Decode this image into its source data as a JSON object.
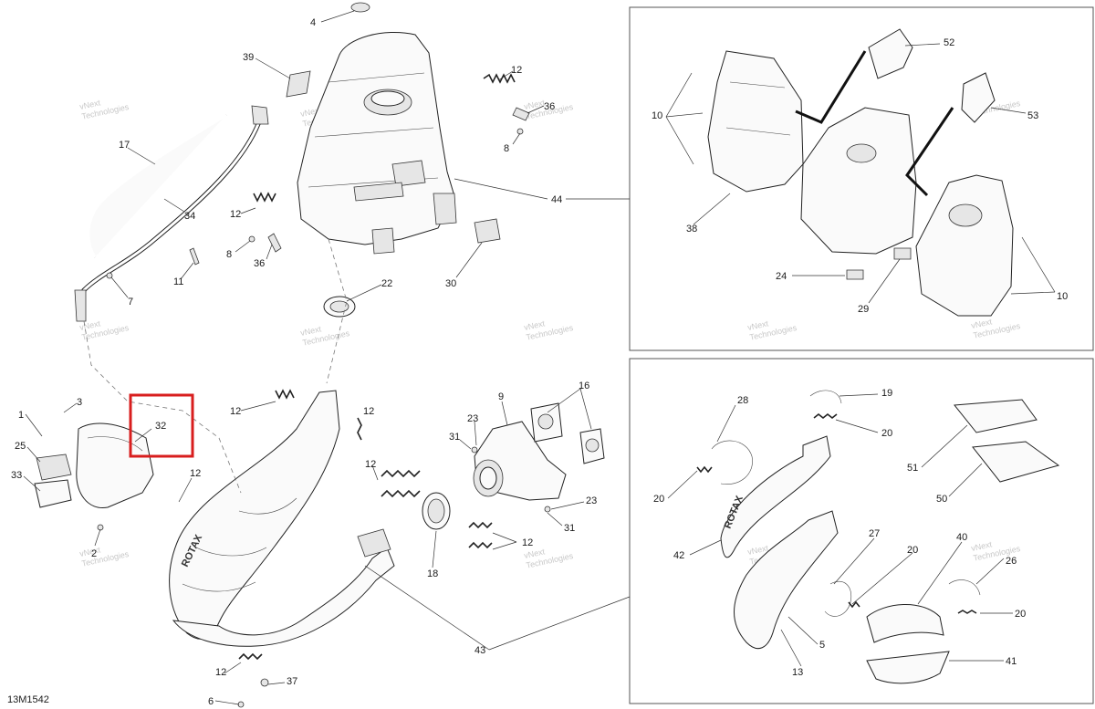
{
  "drawing_code": "13M1542",
  "watermark": {
    "line1": "vNext",
    "line2": "Technologies"
  },
  "brand_mark": "ROTAX",
  "highlight": {
    "part": "32"
  },
  "callouts": {
    "main": [
      "4",
      "39",
      "12",
      "36",
      "8",
      "17",
      "34",
      "12",
      "8",
      "36",
      "11",
      "7",
      "22",
      "44",
      "30",
      "12",
      "12",
      "16",
      "9",
      "23",
      "31",
      "12",
      "12",
      "18",
      "43",
      "12",
      "37",
      "6",
      "1",
      "3",
      "25",
      "33",
      "2",
      "32",
      "12",
      "23",
      "31"
    ],
    "top_inset": [
      "52",
      "53",
      "10",
      "38",
      "24",
      "29",
      "10"
    ],
    "bottom_inset": [
      "28",
      "19",
      "20",
      "20",
      "51",
      "50",
      "42",
      "27",
      "20",
      "40",
      "26",
      "20",
      "5",
      "13",
      "41"
    ]
  }
}
